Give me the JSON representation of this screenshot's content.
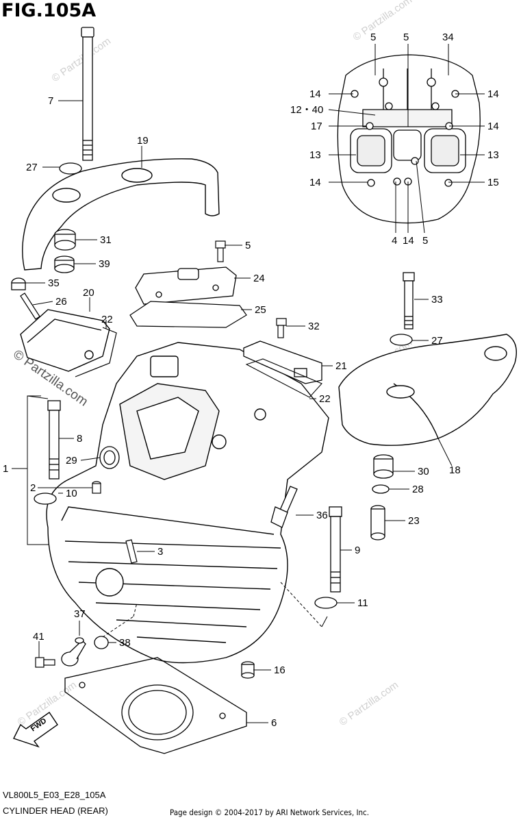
{
  "figure": {
    "title": "FIG.105A",
    "ref_code": "VL800L5_E03_E28_105A",
    "subtitle": "CYLINDER HEAD (REAR)",
    "copyright": "Page design © 2004-2017 by ARI Network Services, Inc."
  },
  "watermarks": {
    "text": "© Partzilla.com",
    "logo_text": "© Partzilla.com"
  },
  "fwd_label": "FWD",
  "callouts": {
    "c1": "1",
    "c2": "2",
    "c3": "3",
    "c4": "4",
    "c5a": "5",
    "c5b": "5",
    "c5c": "5",
    "c5d": "5",
    "c6": "6",
    "c7": "7",
    "c8": "8",
    "c9": "9",
    "c10": "10",
    "c11": "11",
    "c12_40": "12・40",
    "c13a": "13",
    "c13b": "13",
    "c14a": "14",
    "c14b": "14",
    "c14c": "14",
    "c14d": "14",
    "c14e": "14",
    "c15": "15",
    "c16": "16",
    "c17": "17",
    "c18": "18",
    "c19": "19",
    "c20": "20",
    "c21": "21",
    "c22a": "22",
    "c22b": "22",
    "c23": "23",
    "c24": "24",
    "c25": "25",
    "c26": "26",
    "c27a": "27",
    "c27b": "27",
    "c28": "28",
    "c29": "29",
    "c30": "30",
    "c31": "31",
    "c32": "32",
    "c33": "33",
    "c34": "34",
    "c35": "35",
    "c36": "36",
    "c37": "37",
    "c38": "38",
    "c39": "39",
    "c41": "41"
  }
}
